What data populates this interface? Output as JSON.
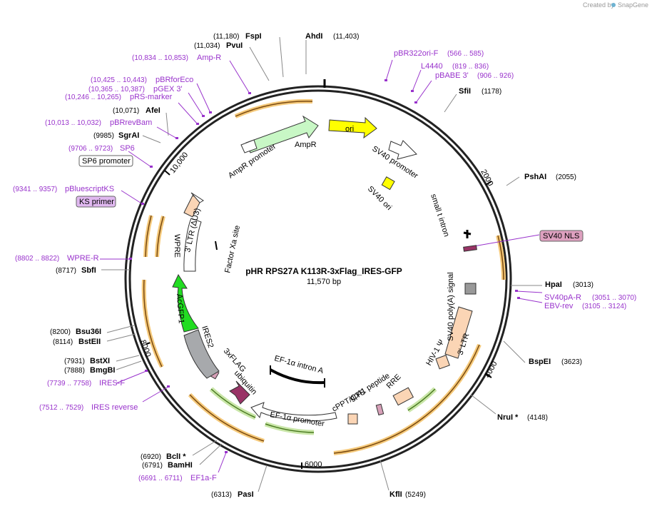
{
  "watermark": {
    "prefix": "Created by",
    "brand": "SnapGene"
  },
  "plasmid": {
    "name": "pHR RPS27A K113R-3xFlag_IRES-GFP",
    "length": "11,570 bp"
  },
  "ticks": [
    "2000",
    "4000",
    "6000",
    "8000",
    "10,000"
  ],
  "enzymes": [
    {
      "id": "fspi",
      "name": "FspI",
      "pos": "(11,180)"
    },
    {
      "id": "pvui",
      "name": "PvuI",
      "pos": "(11,034)"
    },
    {
      "id": "ahdi",
      "name": "AhdI",
      "pos": "(11,403)"
    },
    {
      "id": "sfii",
      "name": "SfiI",
      "pos": "(1178)"
    },
    {
      "id": "afei",
      "name": "AfeI",
      "pos": "(10,071)"
    },
    {
      "id": "sgrai",
      "name": "SgrAI",
      "pos": "(9985)"
    },
    {
      "id": "phsai",
      "name": "PshAI",
      "pos": "(2055)"
    },
    {
      "id": "sbfi",
      "name": "SbfI",
      "pos": "(8717)"
    },
    {
      "id": "hpai",
      "name": "HpaI",
      "pos": "(3013)"
    },
    {
      "id": "bsu36i",
      "name": "Bsu36I",
      "pos": "(8200)"
    },
    {
      "id": "bsteii",
      "name": "BstEII",
      "pos": "(8114)"
    },
    {
      "id": "bstxi",
      "name": "BstXI",
      "pos": "(7931)"
    },
    {
      "id": "bmgbi",
      "name": "BmgBI",
      "pos": "(7888)"
    },
    {
      "id": "bspei",
      "name": "BspEI",
      "pos": "(3623)"
    },
    {
      "id": "nrui",
      "name": "NruI *",
      "pos": "(4148)"
    },
    {
      "id": "bcli",
      "name": "BclI *",
      "pos": "(6920)"
    },
    {
      "id": "bamhi",
      "name": "BamHI",
      "pos": "(6791)"
    },
    {
      "id": "kfli",
      "name": "KflI",
      "pos": "(5249)"
    },
    {
      "id": "pasi",
      "name": "PasI",
      "pos": "(6313)"
    }
  ],
  "primers": [
    {
      "id": "ampr",
      "name": "Amp-R",
      "pos": "(10,834 .. 10,853)"
    },
    {
      "id": "pbrforeco",
      "name": "pBRforEco",
      "pos": "(10,425 .. 10,443)"
    },
    {
      "id": "pgex3",
      "name": "pGEX 3'",
      "pos": "(10,365 .. 10,387)"
    },
    {
      "id": "prsmarker",
      "name": "pRS-marker",
      "pos": "(10,246 .. 10,265)"
    },
    {
      "id": "pbrrevbam",
      "name": "pBRrevBam",
      "pos": "(10,013 .. 10,032)"
    },
    {
      "id": "sp6",
      "name": "SP6",
      "pos": "(9706 .. 9723)"
    },
    {
      "id": "pbluescriptks",
      "name": "pBluescriptKS",
      "pos": "(9341 .. 9357)"
    },
    {
      "id": "wprer",
      "name": "WPRE-R",
      "pos": "(8802 .. 8822)"
    },
    {
      "id": "iresf",
      "name": "IRES-F",
      "pos": "(7739 .. 7758)"
    },
    {
      "id": "iresrev",
      "name": "IRES reverse",
      "pos": "(7512 .. 7529)"
    },
    {
      "id": "ef1af",
      "name": "EF1a-F",
      "pos": "(6691 .. 6711)"
    },
    {
      "id": "pbr322orif",
      "name": "pBR322ori-F",
      "pos": "(566 .. 585)"
    },
    {
      "id": "l4440",
      "name": "L4440",
      "pos": "(819 .. 836)"
    },
    {
      "id": "pbabe3",
      "name": "pBABE 3'",
      "pos": "(906 .. 926)"
    },
    {
      "id": "sv40par",
      "name": "SV40pA-R",
      "pos": "(3051 .. 3070)"
    },
    {
      "id": "ebvrev",
      "name": "EBV-rev",
      "pos": "(3105 .. 3124)"
    }
  ],
  "boxed_labels": {
    "sp6_promoter": "SP6 promoter",
    "ks_primer": "KS primer",
    "sv40_nls": "SV40 NLS"
  },
  "features": {
    "ori": "ori",
    "ampr": "AmpR",
    "ampr_promoter": "AmpR promoter",
    "sv40_promoter": "SV40 promoter",
    "sv40_ori": "SV40 ori",
    "small_t_intron": "small t intron",
    "sv40_polya": "SV40 poly(A) signal",
    "ltr3": "3' LTR",
    "hiv1_psi": "HIV-1 Ψ",
    "rre": "RRE",
    "gp41": "gp41 peptide",
    "cppt": "cPPT/CTS",
    "ef1a_promoter": "EF-1α promoter",
    "ef1a_intron": "EF-1α intron A",
    "ubiquitin": "ubiquitin",
    "flag": "3xFLAG",
    "ires2": "IRES2",
    "acgfp1": "AcGFP1",
    "wpre": "WPRE",
    "ltr3_du3": "3' LTR (ΔU3)",
    "factor_xa": "Factor Xa site"
  },
  "colors": {
    "backbone": "#222222",
    "orf_fill": "#f4a460",
    "orf_glow": "#f5c97a",
    "promoter_green": "#77c043",
    "ori_yellow": "#ffff00",
    "ampr_green": "#c8f7c5",
    "acgfp1_green": "#22dd22",
    "ires_gray": "#a7a9ac",
    "ubiquitin_maroon": "#993366",
    "primer_purple": "#9933cc",
    "ltr_peach": "#fbd5b5",
    "nls_pink": "#dda0bf"
  }
}
